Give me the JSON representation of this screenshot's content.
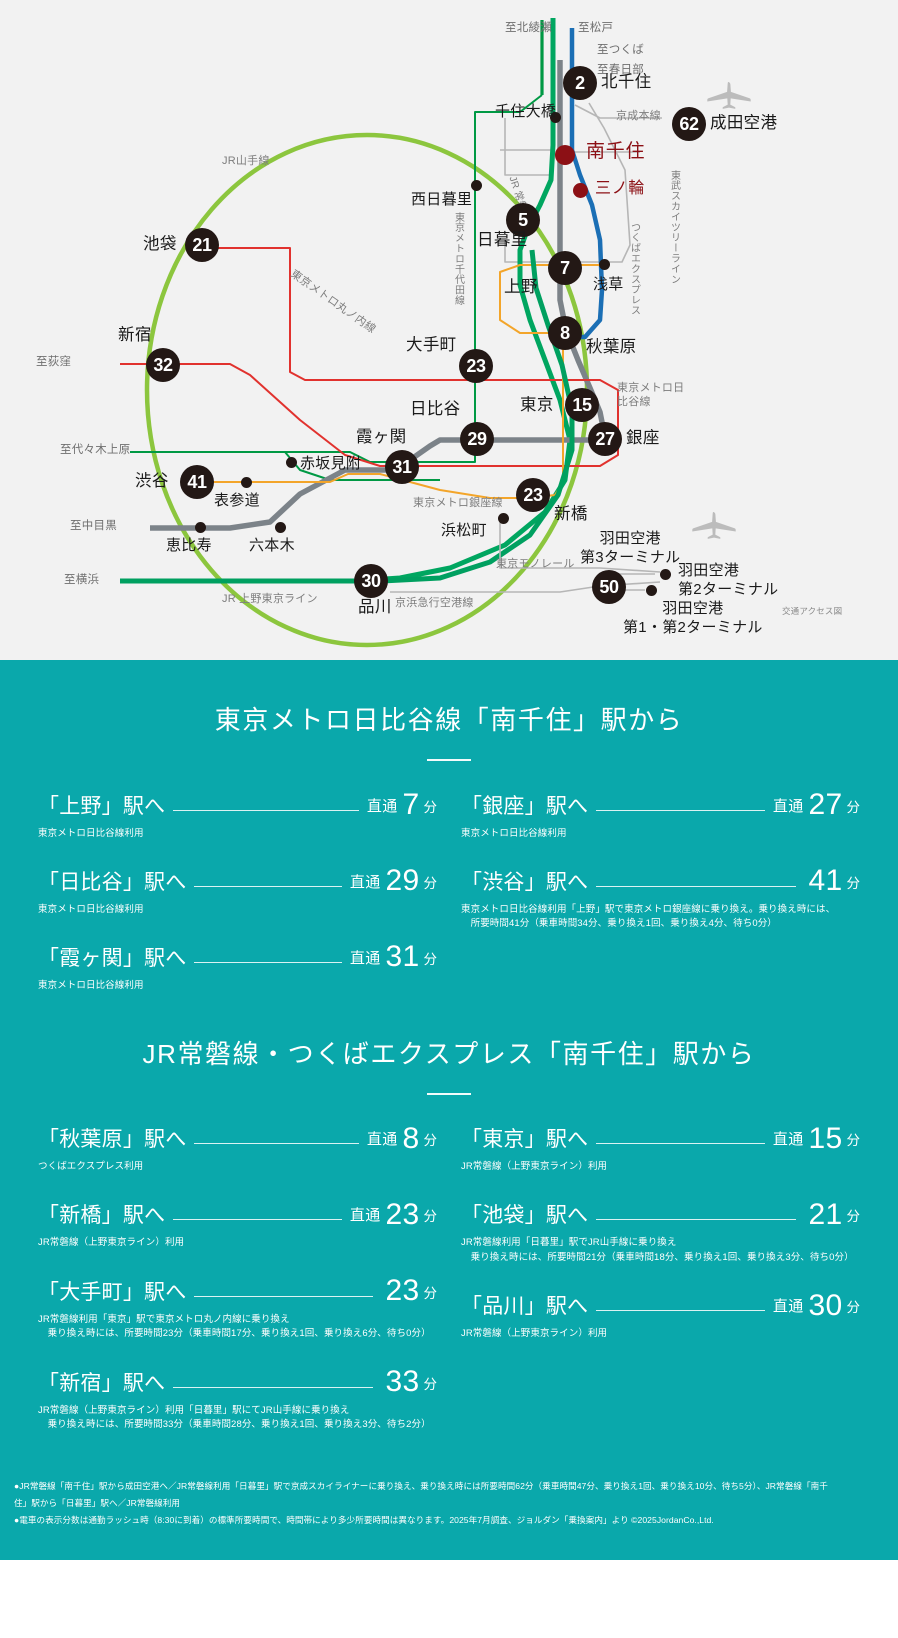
{
  "map": {
    "caption": "交通アクセス図",
    "terminals": {
      "north_left": "至北綾瀬",
      "north_right": "至松戸",
      "tsukuba": "至つくば",
      "kasukabe": "至春日部",
      "ogikubo": "至荻窪",
      "yoyogiuehara": "至代々木上原",
      "nakameguro": "至中目黒",
      "yokohama": "至横浜"
    },
    "lines": [
      {
        "name": "JR山手線",
        "color": "#8cc63e"
      },
      {
        "name": "東京メトロ丸ノ内線",
        "color": "#e1322e"
      },
      {
        "name": "東京メトロ千代田線",
        "color": "#009944"
      },
      {
        "name": "JR 常磐線",
        "color": "#00a660"
      },
      {
        "name": "つくばエクスプレス",
        "color": "#1b6fb5"
      },
      {
        "name": "東京メトロ日比谷線",
        "color": "#7c8389"
      },
      {
        "name": "東京メトロ銀座線",
        "color": "#f3a52a"
      },
      {
        "name": "東武スカイツリーライン",
        "color": "#b3b3b3"
      },
      {
        "name": "京成本線",
        "color": "#b3b3b3"
      },
      {
        "name": "JR 上野東京ライン",
        "color": "#00a060"
      },
      {
        "name": "東京モノレール",
        "color": "#b3b3b3"
      },
      {
        "name": "京浜急行空港線",
        "color": "#b3b3b3"
      }
    ],
    "home_stations": [
      {
        "name": "南千住"
      },
      {
        "name": "三ノ輪"
      }
    ],
    "numbered_stations": [
      {
        "num": "2",
        "name": "北千住"
      },
      {
        "num": "62",
        "name": "成田空港"
      },
      {
        "num": "5",
        "name": "日暮里"
      },
      {
        "num": "7",
        "name": "上野"
      },
      {
        "num": "8",
        "name": "秋葉原"
      },
      {
        "num": "21",
        "name": "池袋"
      },
      {
        "num": "32",
        "name": "新宿"
      },
      {
        "num": "23",
        "name": "大手町"
      },
      {
        "num": "15",
        "name": "東京"
      },
      {
        "num": "29",
        "name": "日比谷"
      },
      {
        "num": "27",
        "name": "銀座"
      },
      {
        "num": "31",
        "name": "霞ヶ関"
      },
      {
        "num": "41",
        "name": "渋谷"
      },
      {
        "num": "23",
        "name": "新橋"
      },
      {
        "num": "30",
        "name": "品川"
      },
      {
        "num": "50",
        "name": "羽田空港第1・第2ターミナル"
      }
    ],
    "plain_stations": [
      "千住大橋",
      "西日暮里",
      "浅草",
      "赤坂見附",
      "表参道",
      "恵比寿",
      "六本木",
      "浜松町"
    ],
    "airport_terminals": [
      "羽田空港第3ターミナル",
      "羽田空港第2ターミナル",
      "羽田空港第1・第2ターミナル"
    ]
  },
  "section1": {
    "title": "東京メトロ日比谷線「南千住」駅から",
    "routes_left": [
      {
        "from": "「上野」駅へ",
        "direct": "直通",
        "minutes": "7",
        "unit": "分",
        "note": [
          "東京メトロ日比谷線利用"
        ]
      },
      {
        "from": "「日比谷」駅へ",
        "direct": "直通",
        "minutes": "29",
        "unit": "分",
        "note": [
          "東京メトロ日比谷線利用"
        ]
      },
      {
        "from": "「霞ヶ関」駅へ",
        "direct": "直通",
        "minutes": "31",
        "unit": "分",
        "note": [
          "東京メトロ日比谷線利用"
        ]
      }
    ],
    "routes_right": [
      {
        "from": "「銀座」駅へ",
        "direct": "直通",
        "minutes": "27",
        "unit": "分",
        "note": [
          "東京メトロ日比谷線利用"
        ]
      },
      {
        "from": "「渋谷」駅へ",
        "direct": "",
        "minutes": "41",
        "unit": "分",
        "note": [
          "東京メトロ日比谷線利用「上野」駅で東京メトロ銀座線に乗り換え。乗り換え時には、",
          "　所要時間41分（乗車時間34分、乗り換え1回、乗り換え4分、待ち0分）"
        ]
      }
    ]
  },
  "section2": {
    "title": "JR常磐線・つくばエクスプレス「南千住」駅から",
    "routes_left": [
      {
        "from": "「秋葉原」駅へ",
        "direct": "直通",
        "minutes": "8",
        "unit": "分",
        "note": [
          "つくばエクスプレス利用"
        ]
      },
      {
        "from": "「新橋」駅へ",
        "direct": "直通",
        "minutes": "23",
        "unit": "分",
        "note": [
          "JR常磐線（上野東京ライン）利用"
        ]
      },
      {
        "from": "「大手町」駅へ",
        "direct": "",
        "minutes": "23",
        "unit": "分",
        "note": [
          "JR常磐線利用「東京」駅で東京メトロ丸ノ内線に乗り換え",
          "　乗り換え時には、所要時間23分（乗車時間17分、乗り換え1回、乗り換え6分、待ち0分）"
        ]
      },
      {
        "from": "「新宿」駅へ",
        "direct": "",
        "minutes": "33",
        "unit": "分",
        "note": [
          "JR常磐線（上野東京ライン）利用「日暮里」駅にてJR山手線に乗り換え",
          "　乗り換え時には、所要時間33分（乗車時間28分、乗り換え1回、乗り換え3分、待ち2分）"
        ]
      }
    ],
    "routes_right": [
      {
        "from": "「東京」駅へ",
        "direct": "直通",
        "minutes": "15",
        "unit": "分",
        "note": [
          "JR常磐線（上野東京ライン）利用"
        ]
      },
      {
        "from": "「池袋」駅へ",
        "direct": "",
        "minutes": "21",
        "unit": "分",
        "note": [
          "JR常磐線利用「日暮里」駅でJR山手線に乗り換え",
          "　乗り換え時には、所要時間21分（乗車時間18分、乗り換え1回、乗り換え3分、待ち0分）"
        ]
      },
      {
        "from": "「品川」駅へ",
        "direct": "直通",
        "minutes": "30",
        "unit": "分",
        "note": [
          "JR常磐線（上野東京ライン）利用"
        ]
      }
    ]
  },
  "footer": {
    "line1": "●JR常磐線「南千住」駅から成田空港へ／JR常磐線利用「日暮里」駅で京成スカイライナーに乗り換え、乗り換え時には所要時間62分（乗車時間47分、乗り換え1回、乗り換え10分、待ち5分）、JR常磐線「南千",
    "line2": "住」駅から「日暮里」駅へ／JR常磐線利用",
    "line3": "●電車の表示分数は通勤ラッシュ時（8:30に到着）の標準所要時間で、時間帯により多少所要時間は異なります。2025年7月調査、ジョルダン「乗換案内」より ©2025JordanCo.,Ltd."
  }
}
